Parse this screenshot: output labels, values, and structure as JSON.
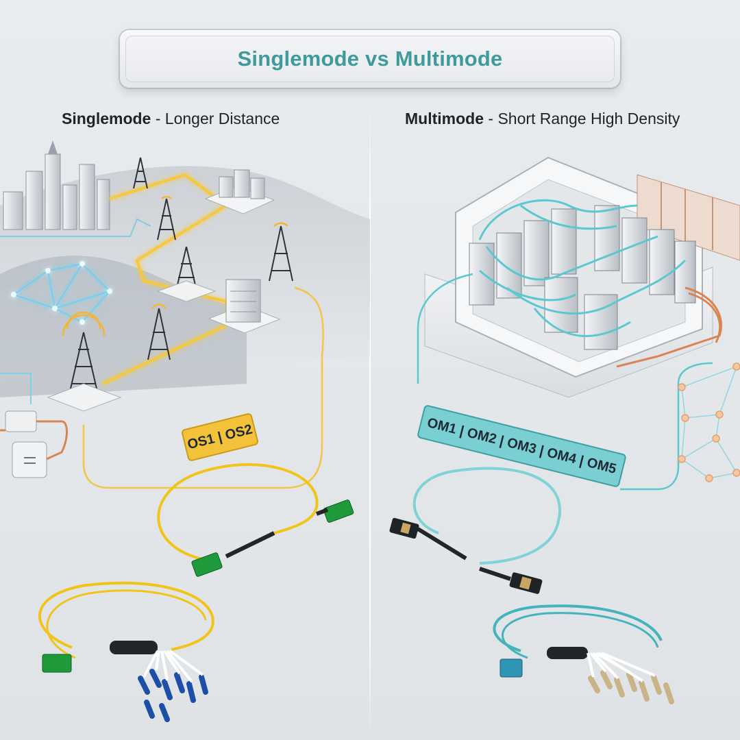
{
  "title": "Singlemode vs Multimode",
  "left": {
    "heading_bold": "Singlemode",
    "heading_rest": " - Longer Distance",
    "cable_tag": "OS1 | OS2"
  },
  "right": {
    "heading_bold": "Multimode",
    "heading_rest": " - Short Range High Density",
    "cable_tag": "OM1 | OM2 | OM3 | OM4 | OM5"
  },
  "colors": {
    "title_text": "#3e9a9b",
    "singlemode_yellow": "#f3c23a",
    "multimode_aqua": "#79cfd2",
    "mpo_green": "#1f9a3a",
    "lc_blue": "#1e4fa8",
    "lc_beige": "#c9b48a",
    "copper": "#d98552"
  },
  "icons": {
    "left": [
      "city-skyline-icon",
      "cell-tower-icon",
      "server-building-icon",
      "mesh-network-icon",
      "fiber-patch-cord-icon",
      "fiber-breakout-cable-icon"
    ],
    "right": [
      "data-center-room-icon",
      "server-rack-icon",
      "mesh-network-icon",
      "fiber-patch-cord-icon",
      "fiber-breakout-cable-icon"
    ]
  }
}
